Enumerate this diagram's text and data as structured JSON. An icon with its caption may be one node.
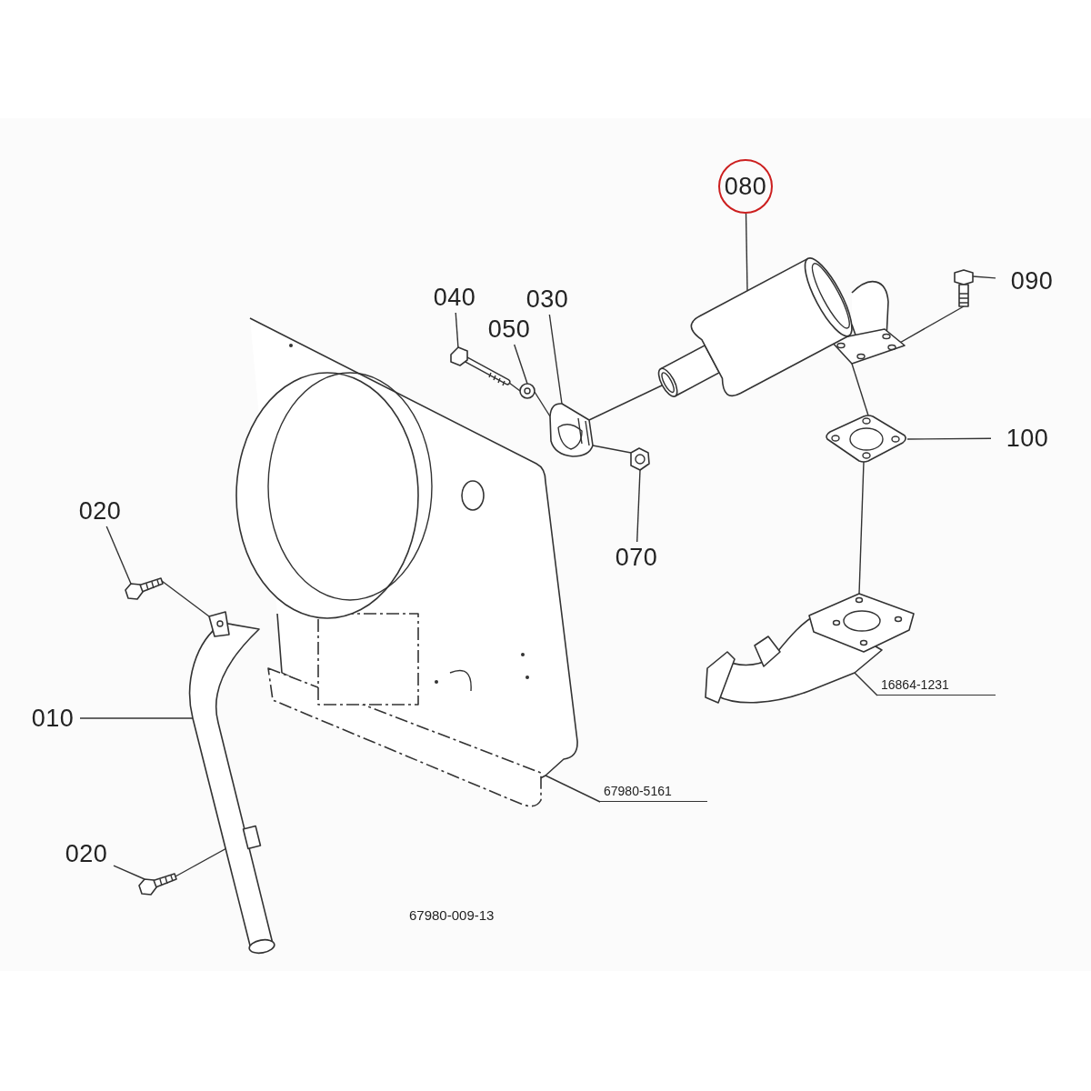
{
  "diagram": {
    "nodes": [
      {
        "text": [
          "080"
        ]
      },
      {
        "text": [
          "040"
        ]
      },
      {
        "text": [
          "050"
        ]
      },
      {
        "text": [
          "030"
        ]
      },
      {
        "text": [
          "090"
        ]
      },
      {
        "text": [
          "100"
        ]
      },
      {
        "text": [
          "020"
        ]
      },
      {
        "text": [
          "070"
        ]
      },
      {
        "text": [
          "010"
        ]
      },
      {
        "text": [
          "67980-5161"
        ]
      },
      {
        "text": [
          "16864-1231"
        ]
      },
      {
        "text": [
          "020"
        ]
      },
      {
        "text": [],
        "shape": "picture"
      },
      {
        "text": [],
        "shape": "picture"
      },
      {
        "text": [],
        "shape": "picture"
      },
      {
        "text": [],
        "shape": "picture"
      },
      {
        "text": [],
        "shape": "picture"
      },
      {
        "text": [],
        "shape": "picture"
      },
      {
        "text": [],
        "shape": "picture"
      },
      {
        "text": [],
        "shape": "picture"
      },
      {
        "text": [],
        "shape": "picture"
      },
      {
        "text": [],
        "shape": "picture"
      },
      {
        "text": [],
        "shape": "picture"
      },
      {
        "text": [],
        "shape": "picture"
      }
    ],
    "edges": [
      {
        "from": 0,
        "to": 12,
        "arrow": "none"
      },
      {
        "from": 1,
        "to": 13,
        "arrow": "none"
      },
      {
        "from": 2,
        "to": 14,
        "arrow": "none"
      },
      {
        "from": 3,
        "to": 15,
        "arrow": "none"
      },
      {
        "from": 4,
        "to": 16,
        "arrow": "none"
      },
      {
        "from": 5,
        "to": 17,
        "arrow": "none"
      },
      {
        "from": 6,
        "to": 19,
        "arrow": "none"
      },
      {
        "from": 7,
        "to": 18,
        "arrow": "none"
      },
      {
        "from": 8,
        "to": 20,
        "arrow": "none"
      },
      {
        "from": 9,
        "to": 21,
        "arrow": "none"
      },
      {
        "from": 10,
        "to": 22,
        "arrow": "none"
      },
      {
        "from": 11,
        "to": 23,
        "arrow": "none"
      },
      {
        "from": 13,
        "to": 14,
        "arrow": "none"
      },
      {
        "from": 14,
        "to": 15,
        "arrow": "none"
      },
      {
        "from": 15,
        "to": 12,
        "arrow": "none"
      },
      {
        "from": 15,
        "to": 18,
        "arrow": "none"
      },
      {
        "from": 16,
        "to": 12,
        "arrow": "none"
      },
      {
        "from": 12,
        "to": 17,
        "arrow": "none"
      },
      {
        "from": 17,
        "to": 22,
        "arrow": "none"
      },
      {
        "from": 19,
        "to": 20,
        "arrow": "none"
      },
      {
        "from": 23,
        "to": 20,
        "arrow": "none"
      }
    ],
    "labels": [
      "67980-009-13"
    ]
  }
}
